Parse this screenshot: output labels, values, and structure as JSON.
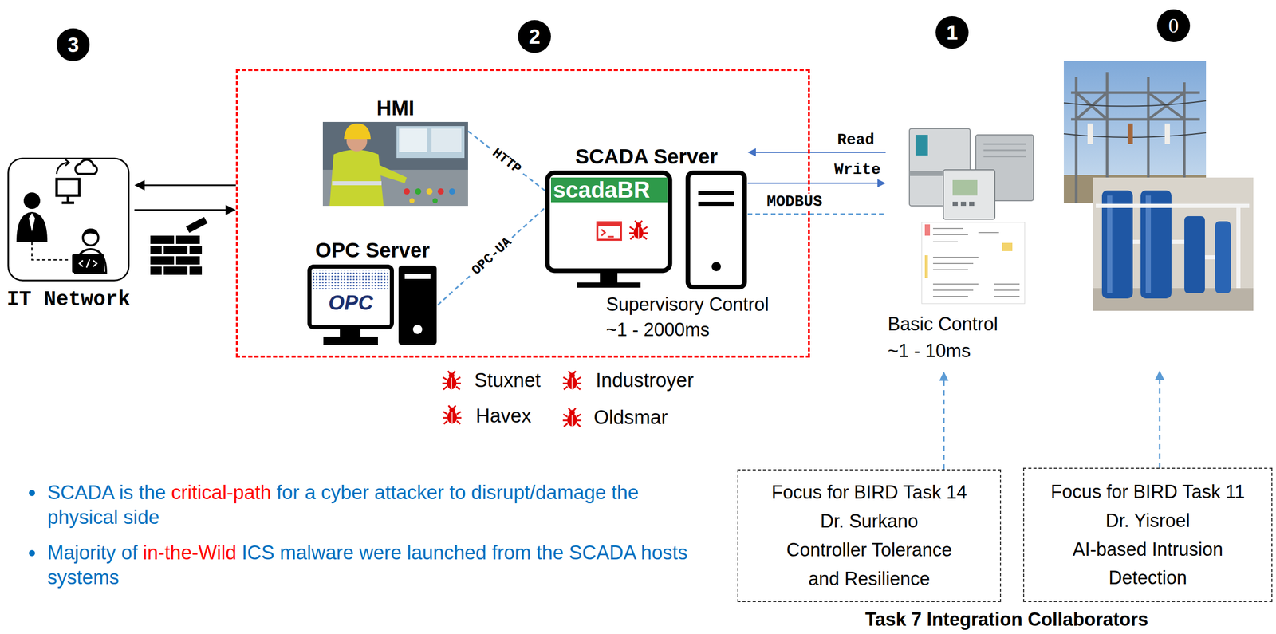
{
  "diagram": {
    "nodes": [
      {
        "text": [
          "IT Network"
        ]
      },
      {
        "text": [
          "2"
        ]
      },
      {
        "text": [
          "HMI"
        ],
        "in": 1
      },
      {
        "text": [
          "OPC Server"
        ],
        "in": 1
      },
      {
        "text": [
          "SCADA Server"
        ],
        "in": 1
      },
      {
        "text": [
          "Basic Control ~1 - 10ms"
        ]
      },
      {
        "text": [
          "0"
        ]
      },
      {
        "text": [
          "Focus for BIRD Task 14",
          "Dr. Surkano",
          "Controller Tolerance and Resilience"
        ]
      },
      {
        "text": [
          "Focus for BIRD Task 11",
          "Dr. Yisroel",
          "AI-based Intrusion Detection"
        ]
      }
    ],
    "edges": [
      {
        "from": 1,
        "to": 0,
        "arrow": "to"
      },
      {
        "from": 0,
        "to": 1,
        "arrow": "to"
      },
      {
        "from": 2,
        "to": 4,
        "arrow": "none",
        "label": "HTTP"
      },
      {
        "from": 3,
        "to": 4,
        "arrow": "none",
        "label": "OPC-UA"
      },
      {
        "from": 5,
        "to": 4,
        "arrow": "to",
        "label": "Read"
      },
      {
        "from": 4,
        "to": 5,
        "arrow": "to",
        "label": "Write"
      },
      {
        "from": 4,
        "to": 5,
        "arrow": "none",
        "label": "MODBUS"
      },
      {
        "from": 7,
        "to": 5,
        "arrow": "to"
      },
      {
        "from": 8,
        "to": 6,
        "arrow": "to"
      }
    ],
    "labels": [
      "3",
      "1",
      "scadaBR",
      "OPC",
      "Supervisory Control ~1 - 2000ms",
      "Stuxnet",
      "Industroyer",
      "Havex",
      "Oldsmar",
      "SCADA is the",
      "critical-path",
      "for a cyber attacker to disrupt/damage the physical side",
      "Majority of",
      "in-the-Wild",
      "ICS malware were launched from the SCADA hosts systems",
      "Task 7 Integration Collaborators"
    ]
  }
}
